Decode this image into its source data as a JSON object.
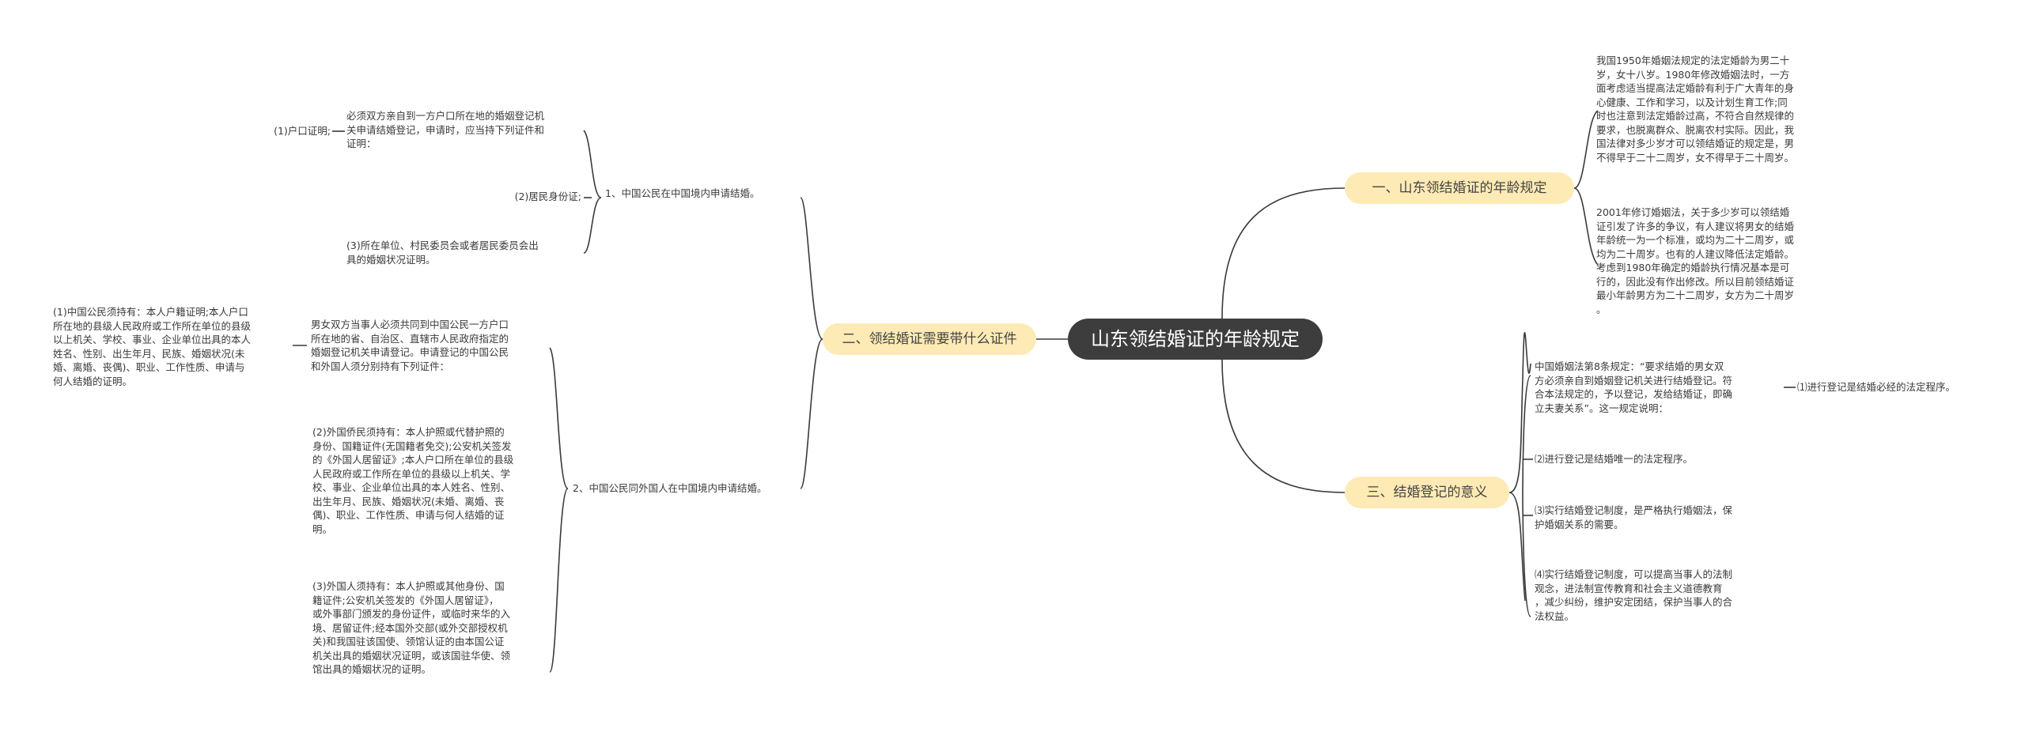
{
  "root": {
    "label": "山东领结婚证的年龄规定"
  },
  "branches": {
    "b1": {
      "label": "一、山东领结婚证的年龄规定",
      "children": [
        "我国1950年婚姻法规定的法定婚龄为男二十\n岁，女十八岁。1980年修改婚姻法时，一方\n面考虑适当提高法定婚龄有利于广大青年的身\n心健康、工作和学习，以及计划生育工作;同\n时也注意到法定婚龄过高，不符合自然规律的\n要求，也脱离群众、脱离农村实际。因此，我\n国法律对多少岁才可以领结婚证的规定是，男\n不得早于二十二周岁，女不得早于二十周岁。",
        "2001年修订婚姻法，关于多少岁可以领结婚\n证引发了许多的争议，有人建议将男女的结婚\n年龄统一为一个标准，或均为二十二周岁，或\n均为二十周岁。也有的人建议降低法定婚龄。\n考虑到1980年确定的婚龄执行情况基本是可\n行的，因此没有作出修改。所以目前领结婚证\n最小年龄男方为二十二周岁，女方为二十周岁\n。"
      ]
    },
    "b2": {
      "label": "二、领结婚证需要带什么证件",
      "sub1": {
        "label": "1、中国公民在中国境内申请结婚。",
        "intro": "必须双方亲自到一方户口所在地的婚姻登记机\n关申请结婚登记，申请时，应当持下列证件和\n证明：",
        "hukou": "(1)户口证明;",
        "id": "(2)居民身份证;",
        "marital": "(3)所在单位、村民委员会或者居民委员会出\n具的婚姻状况证明。"
      },
      "sub2": {
        "label": "2、中国公民同外国人在中国境内申请结婚。",
        "intro": "男女双方当事人必须共同到中国公民一方户口\n所在地的省、自治区、直辖市人民政府指定的\n婚姻登记机关申请登记。申请登记的中国公民\n和外国人须分别持有下列证件：",
        "citizen": "(1)中国公民须持有：本人户籍证明;本人户口\n所在地的县级人民政府或工作所在单位的县级\n以上机关、学校、事业、企业单位出具的本人\n姓名、性别、出生年月、民族、婚姻状况(未\n婚、离婚、丧偶)、职业、工作性质、申请与\n何人结婚的证明。",
        "overseas": "(2)外国侨民须持有：本人护照或代替护照的\n身份、国籍证件(无国籍者免交);公安机关签发\n的《外国人居留证》;本人户口所在单位的县级\n人民政府或工作所在单位的县级以上机关、学\n校、事业、企业单位出具的本人姓名、性别、\n出生年月、民族、婚姻状况(未婚、离婚、丧\n偶)、职业、工作性质、申请与何人结婚的证\n明。",
        "foreigner": "(3)外国人须持有：本人护照或其他身份、国\n籍证件;公安机关签发的《外国人居留证》，\n或外事部门颁发的身份证件，或临时来华的入\n境、居留证件;经本国外交部(或外交部授权机\n关)和我国驻该国使、领馆认证的由本国公证\n机关出具的婚姻状况证明，或该国驻华使、领\n馆出具的婚姻状况的证明。"
      }
    },
    "b3": {
      "label": "三、结婚登记的意义",
      "items": [
        "中国婚姻法第8条规定：“要求结婚的男女双\n方必须亲自到婚姻登记机关进行结婚登记。符\n合本法规定的，予以登记，发给结婚证，即确\n立夫妻关系”。这一规定说明：",
        "⑵进行登记是结婚唯一的法定程序。",
        "⑶实行结婚登记制度，是严格执行婚姻法，保\n护婚姻关系的需要。",
        "⑷实行结婚登记制度，可以提高当事人的法制\n观念，进法制宣传教育和社会主义道德教育\n，减少纠纷，维护安定团结，保护当事人的合\n法权益。"
      ],
      "item1_child": "⑴进行登记是结婚必经的法定程序。"
    }
  }
}
